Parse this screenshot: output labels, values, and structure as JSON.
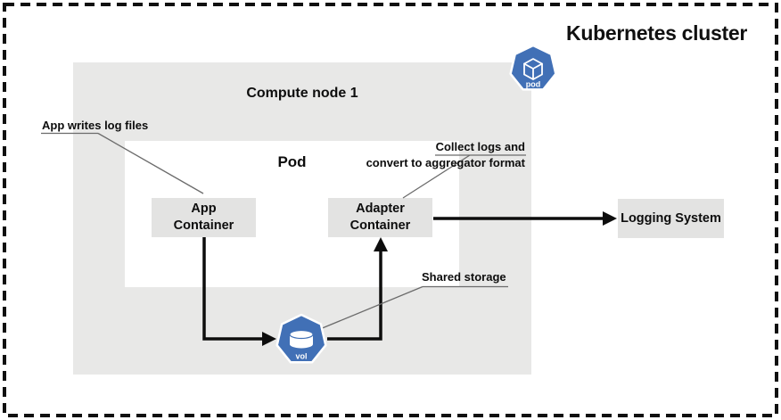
{
  "title": "Kubernetes cluster",
  "compute_node": {
    "label": "Compute node 1"
  },
  "pod_group": {
    "label": "Pod"
  },
  "nodes": {
    "app_container": {
      "line1": "App",
      "line2": "Container"
    },
    "adapter_container": {
      "line1": "Adapter",
      "line2": "Container"
    },
    "logging_system": {
      "label": "Logging System"
    }
  },
  "icons": {
    "pod": {
      "label": "pod"
    },
    "vol": {
      "label": "vol"
    }
  },
  "annotations": {
    "app_writes": "App writes log files",
    "collect_line1": "Collect logs and",
    "collect_line2": "convert to aggregator format",
    "shared_storage": "Shared storage"
  },
  "colors": {
    "compute_node_bg": "#e8e8e7",
    "box_bg": "#e3e3e2",
    "icon_blue": "#4170b6",
    "arrow_black": "#0d0d0d",
    "callout_line": "#6b6b6b",
    "border_black": "#101010"
  }
}
